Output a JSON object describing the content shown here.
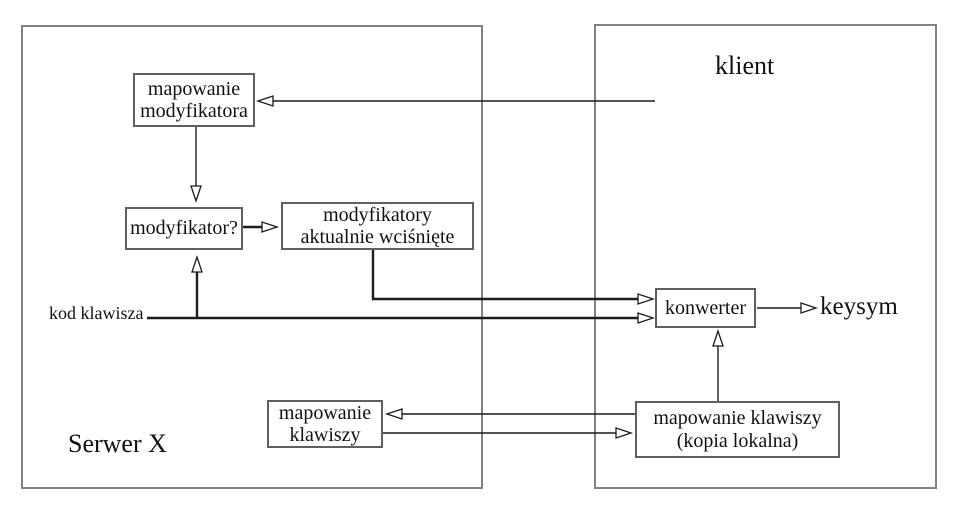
{
  "diagram": {
    "title_hint": "X server keyboard event flow diagram (Polish)",
    "containers": {
      "serwer": {
        "label": "Serwer X"
      },
      "klient": {
        "label": "klient"
      }
    },
    "nodes": {
      "mapowanie_modyfikatora": {
        "line1": "mapowanie",
        "line2": "modyfikatora"
      },
      "modyfikator": {
        "label": "modyfikator?"
      },
      "modyfikatory_aktualne": {
        "line1": "modyfikatory",
        "line2": "aktualnie wciśnięte"
      },
      "konwerter": {
        "label": "konwerter"
      },
      "mapowanie_klawiszy": {
        "line1": "mapowanie",
        "line2": "klawiszy"
      },
      "mapowanie_klawiszy_kopia": {
        "line1": "mapowanie klawiszy",
        "line2": "(kopia lokalna)"
      }
    },
    "labels": {
      "kod_klawisza": "kod klawisza",
      "keysym": "keysym"
    },
    "colors": {
      "background": "#ffffff",
      "container_border": "#828282",
      "node_border": "#5f5f5f",
      "arrow_line": "#1c1c1c",
      "arrowhead_fill": "#ffffff",
      "text": "#111111"
    }
  }
}
